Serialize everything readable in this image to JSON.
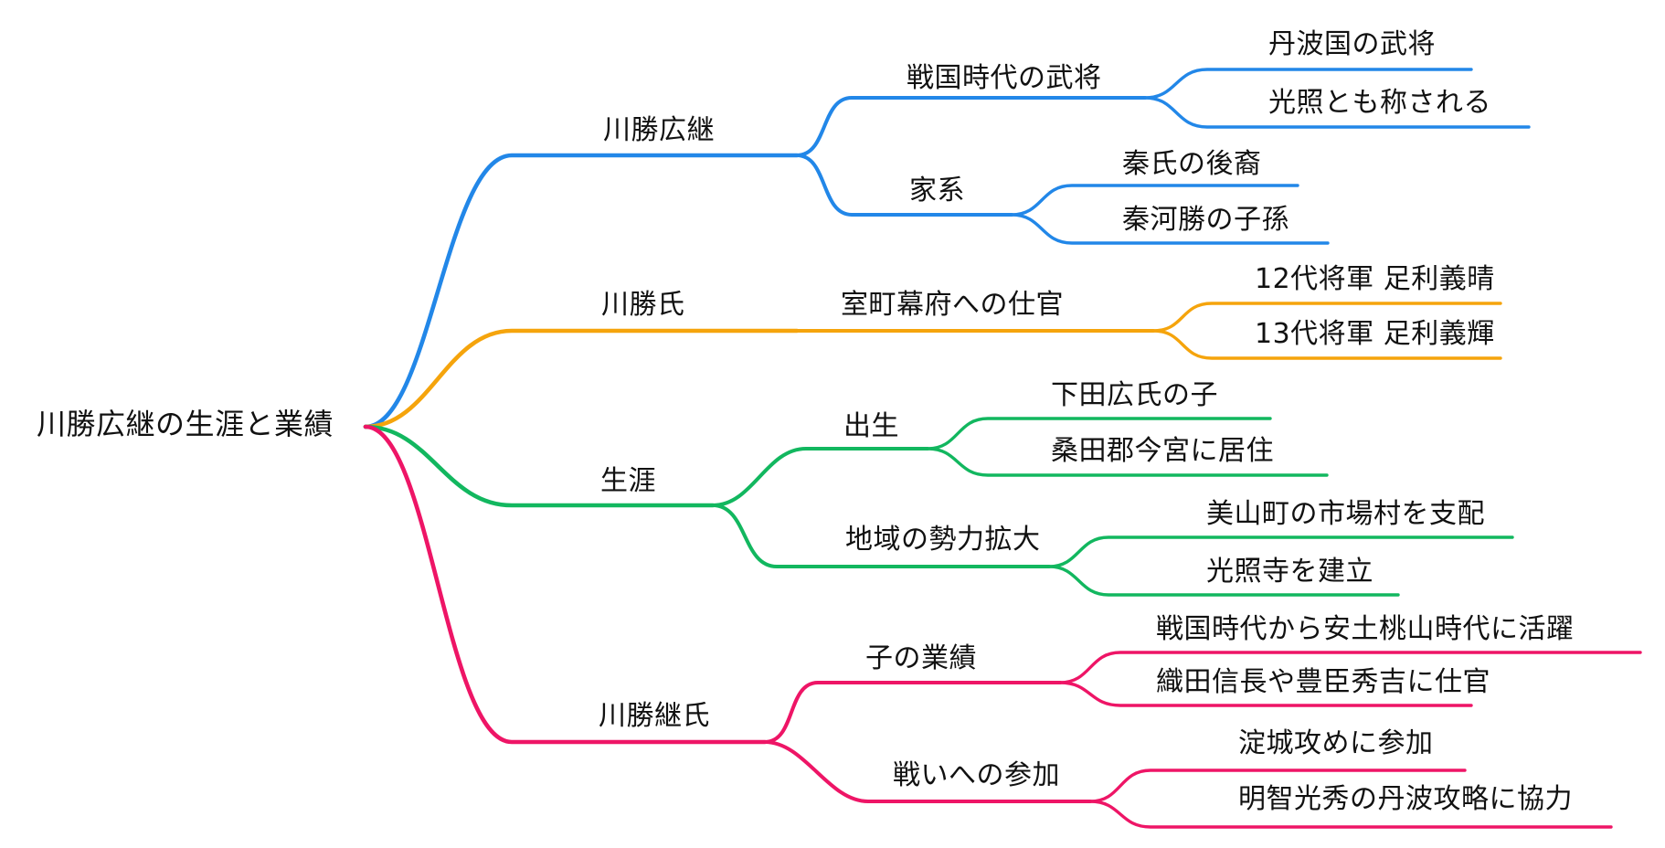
{
  "colors": {
    "background": "#ffffff",
    "text": "#111111",
    "blue": "#2287E8",
    "orange": "#F5A40C",
    "green": "#12B75F",
    "pink": "#EE1566"
  },
  "mindmap": {
    "root": "川勝広継の生涯と業績",
    "branches": [
      {
        "label": "川勝広継",
        "color": "#2287E8",
        "children": [
          {
            "label": "戦国時代の武将",
            "children": [
              {
                "label": "丹波国の武将"
              },
              {
                "label": "光照とも称される"
              }
            ]
          },
          {
            "label": "家系",
            "children": [
              {
                "label": "秦氏の後裔"
              },
              {
                "label": "秦河勝の子孫"
              }
            ]
          }
        ]
      },
      {
        "label": "川勝氏",
        "color": "#F5A40C",
        "children": [
          {
            "label": "室町幕府への仕官",
            "children": [
              {
                "label": "12代将軍 足利義晴"
              },
              {
                "label": "13代将軍 足利義輝"
              }
            ]
          }
        ]
      },
      {
        "label": "生涯",
        "color": "#12B75F",
        "children": [
          {
            "label": "出生",
            "children": [
              {
                "label": "下田広氏の子"
              },
              {
                "label": "桑田郡今宮に居住"
              }
            ]
          },
          {
            "label": "地域の勢力拡大",
            "children": [
              {
                "label": "美山町の市場村を支配"
              },
              {
                "label": "光照寺を建立"
              }
            ]
          }
        ]
      },
      {
        "label": "川勝継氏",
        "color": "#EE1566",
        "children": [
          {
            "label": "子の業績",
            "children": [
              {
                "label": "戦国時代から安土桃山時代に活躍"
              },
              {
                "label": "織田信長や豊臣秀吉に仕官"
              }
            ]
          },
          {
            "label": "戦いへの参加",
            "children": [
              {
                "label": "淀城攻めに参加"
              },
              {
                "label": "明智光秀の丹波攻略に協力"
              }
            ]
          }
        ]
      }
    ]
  }
}
